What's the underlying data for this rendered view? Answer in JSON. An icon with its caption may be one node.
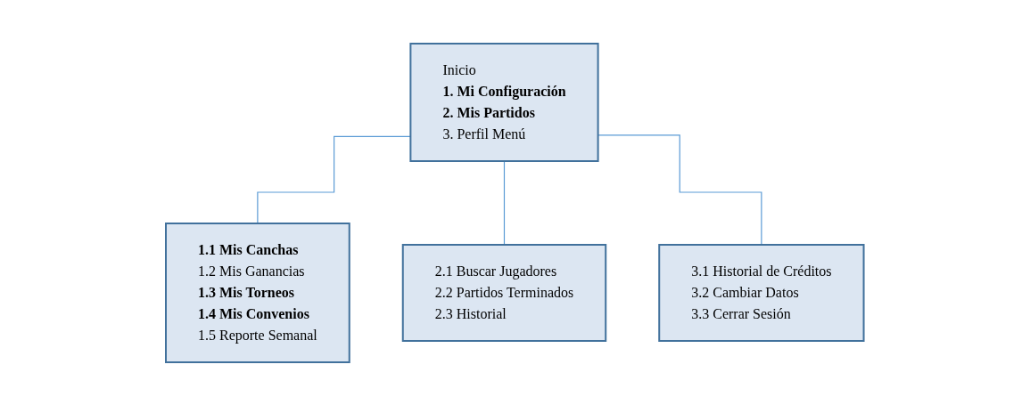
{
  "diagram": {
    "nodes": [
      {
        "text": [
          "Inicio",
          "1. Mi Configuración",
          "2. Mis Partidos",
          "3. Perfil Menú"
        ]
      },
      {
        "text": [
          "1.1 Mis Canchas",
          "1.2 Mis Ganancias",
          "1.3 Mis Torneos",
          "1.4 Mis Convenios",
          "1.5 Reporte Semanal"
        ]
      },
      {
        "text": [
          "2.1 Buscar Jugadores",
          "2.2 Partidos Terminados",
          "2.3 Historial"
        ]
      },
      {
        "text": [
          "3.1 Historial de Créditos",
          "3.2 Cambiar Datos",
          "3.3 Cerrar Sesión"
        ]
      }
    ],
    "edges": [
      {
        "from": 0,
        "to": 1,
        "arrow": "none"
      },
      {
        "from": 0,
        "to": 2,
        "arrow": "none"
      },
      {
        "from": 0,
        "to": 3,
        "arrow": "none"
      }
    ]
  }
}
